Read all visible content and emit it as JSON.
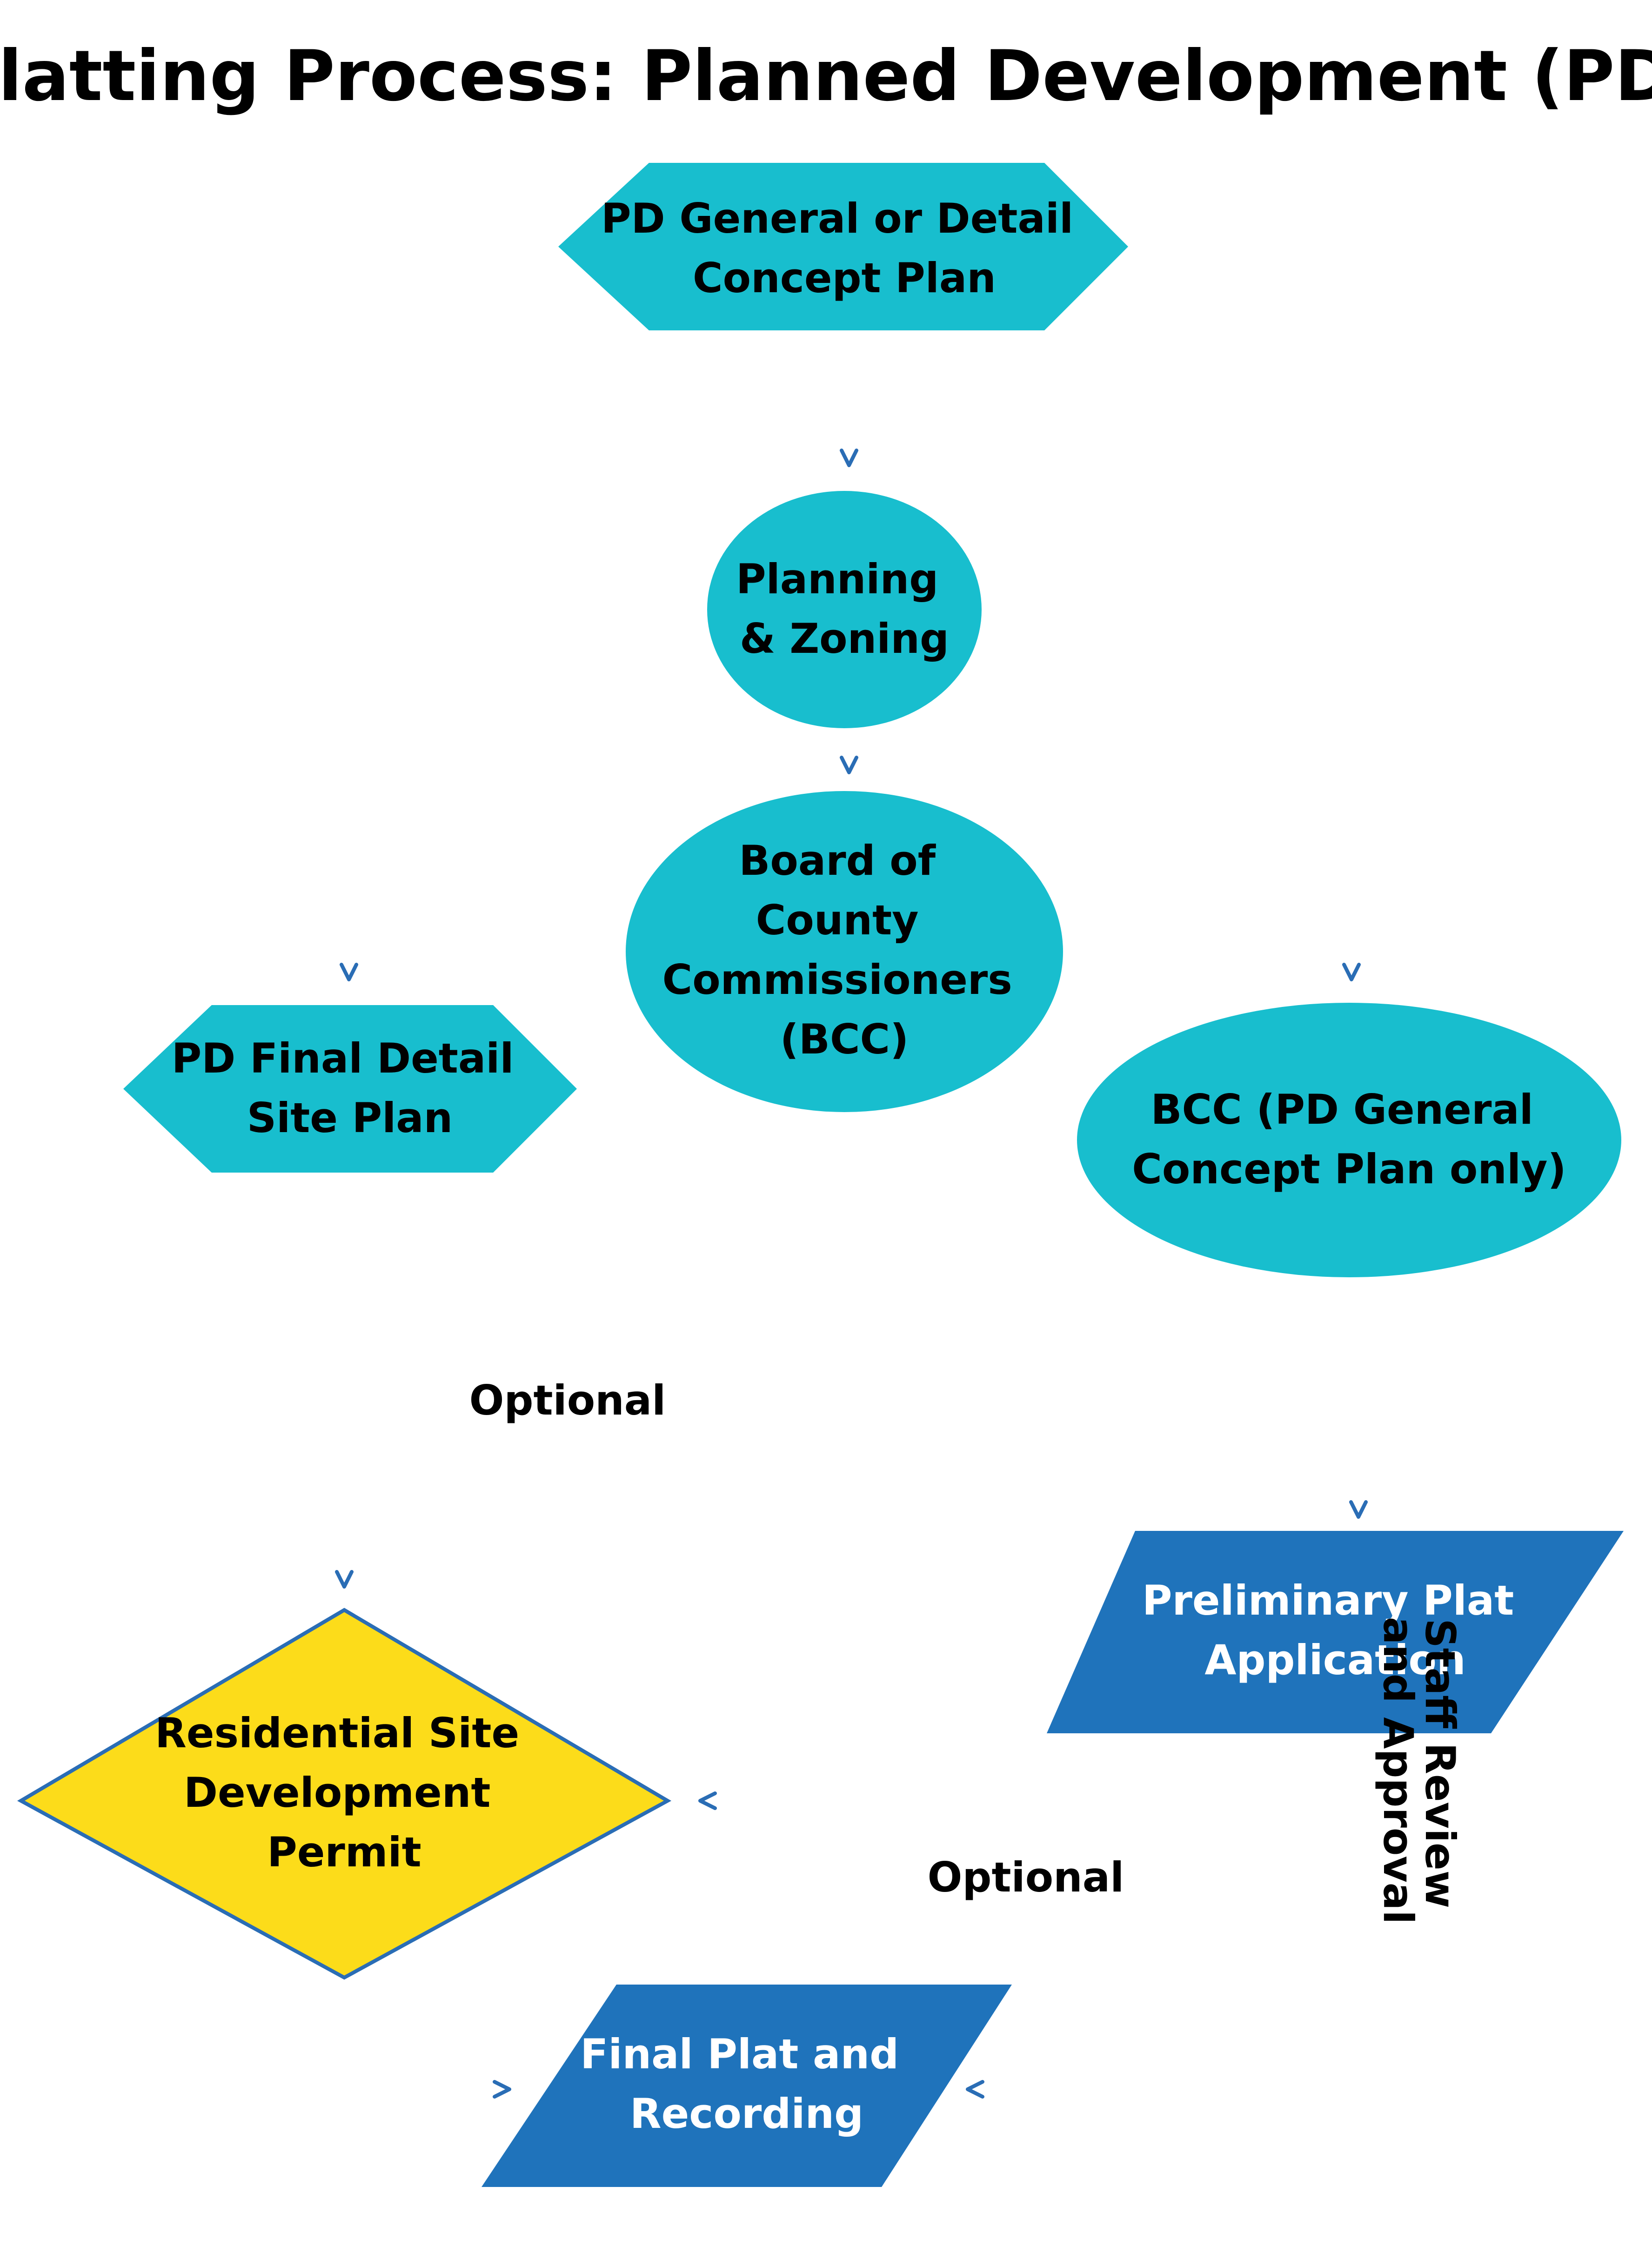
{
  "title": "Platting Process: Planned Development (PD)",
  "colors": {
    "teal": "#18BECE",
    "blue": "#1F73BB",
    "yellow": "#FCDC1A",
    "connector": "#2A6DB5",
    "dark_text": "#000000",
    "light_text": "#FFFFFF"
  },
  "nodes": {
    "concept_plan": {
      "line1": "PD General or Detail",
      "line2": "Concept Plan"
    },
    "planning_zoning": {
      "line1": "Planning",
      "line2": "& Zoning"
    },
    "bcc": {
      "line1": "Board of",
      "line2": "County",
      "line3": "Commissioners",
      "line4": "(BCC)"
    },
    "final_detail_site_plan": {
      "line1": "PD Final Detail",
      "line2": "Site Plan"
    },
    "bcc_general": {
      "line1": "BCC (PD General",
      "line2": "Concept Plan only)"
    },
    "preliminary_plat": {
      "line1": "Preliminary Plat",
      "line2": "Application"
    },
    "residential_permit": {
      "line1": "Residential Site",
      "line2": "Development",
      "line3": "Permit"
    },
    "final_plat": {
      "line1": "Final Plat and",
      "line2": "Recording"
    }
  },
  "edge_labels": {
    "optional_top": "Optional",
    "optional_bottom": "Optional",
    "staff_review_line1": "Staff Review",
    "staff_review_line2": "and Approval"
  }
}
